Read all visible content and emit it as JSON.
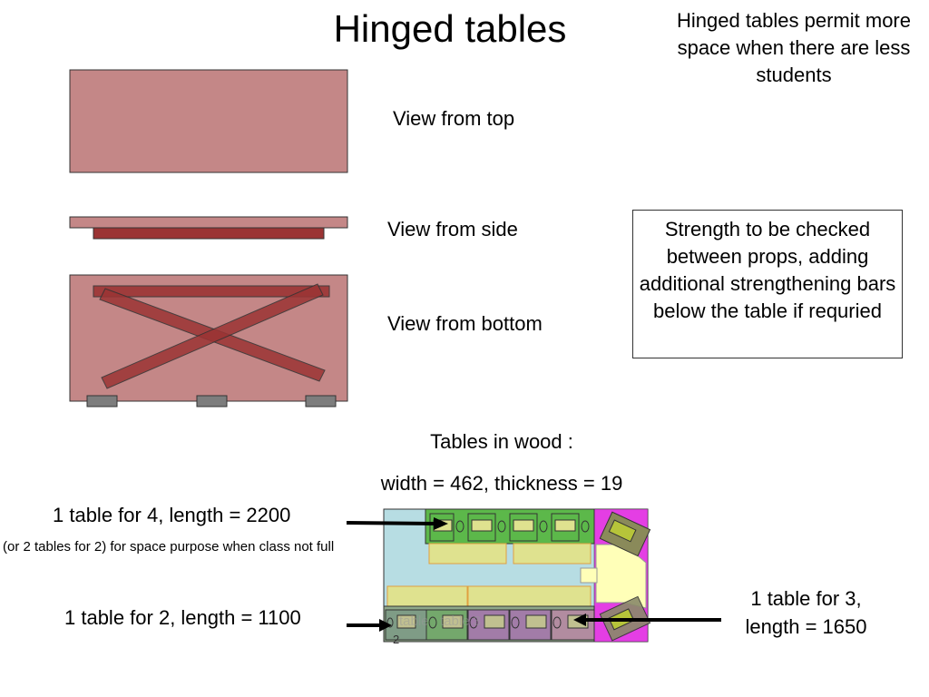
{
  "title": "Hinged tables",
  "note_top": "Hinged tables permit more space when there are less students",
  "views": {
    "top": "View from top",
    "side": "View from side",
    "bottom": "View from bottom"
  },
  "strength_note": "Strength to be checked between props, adding additional strengthening bars below the table if requried",
  "wood": {
    "heading": "Tables in wood :",
    "dimensions": "width = 462, thickness = 19"
  },
  "tables": {
    "for4": "1 table for 4, length = 2200",
    "for4_sub": "(or 2 tables for 2) for space purpose when class not full",
    "for2": "1 table for 2, length = 1100",
    "for3": "1 table for 3, length = 1650"
  },
  "layout_overlay": {
    "seat_label_1": "2",
    "faded_text": "table   table 3"
  },
  "colors": {
    "table_top": "#c48787",
    "table_bar": "#9b3434",
    "foot": "#7d7d7d",
    "room_floor": "#b7dde3",
    "green_desk": "#5cb84a",
    "yellow_desk": "#dfe28f",
    "magenta": "#e43ee4",
    "pale_yellow": "#ffffb8",
    "arrow": "#000000"
  }
}
